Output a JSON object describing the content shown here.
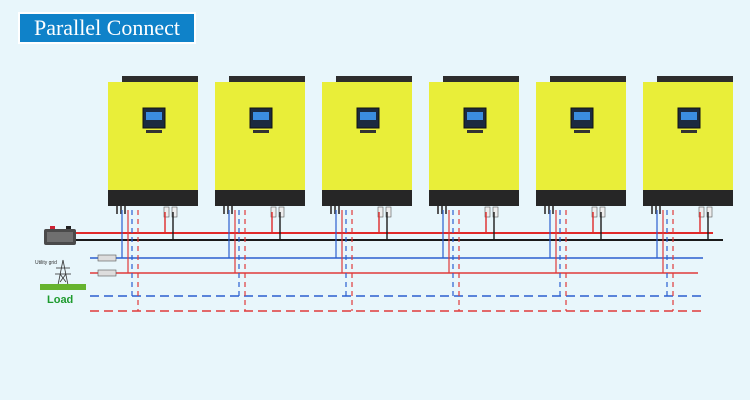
{
  "title": "Parallel Connect",
  "load_label": "Load",
  "utility_label": "Utility grid",
  "inverter_count": 6,
  "colors": {
    "background": "#e8f6fb",
    "title_bg": "#0f82c9",
    "inverter_body": "#e9ee39",
    "inverter_base": "#262626",
    "positive_wire": "#e02a2a",
    "negative_wire": "#1a1a1a",
    "ac_blue": "#2a5fd0",
    "ac_red": "#e03a3a",
    "load_text": "#1e9b2e"
  }
}
